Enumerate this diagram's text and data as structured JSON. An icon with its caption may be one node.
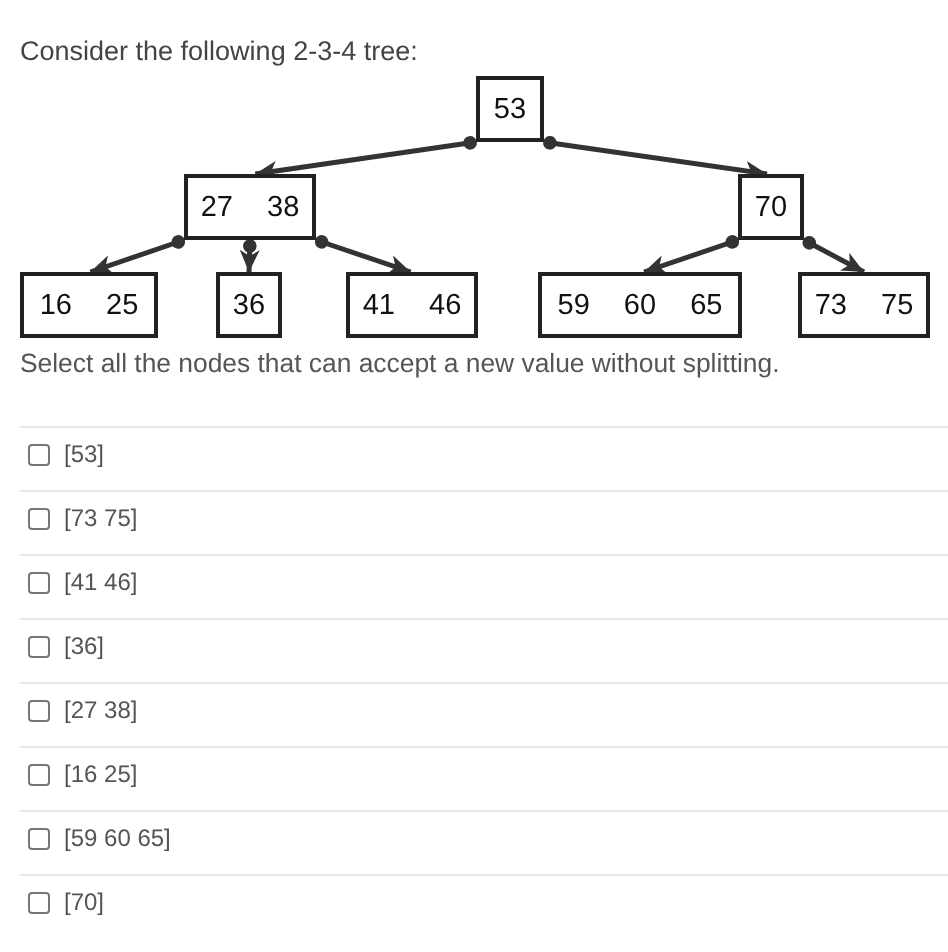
{
  "diagram": {
    "title": "Consider the following 2-3-4 tree:",
    "nodes": [
      {
        "text": [
          "53"
        ]
      },
      {
        "text": [
          "27",
          "38"
        ]
      },
      {
        "text": [
          "70"
        ]
      },
      {
        "text": [
          "16",
          "25"
        ]
      },
      {
        "text": [
          "36"
        ]
      },
      {
        "text": [
          "41",
          "46"
        ]
      },
      {
        "text": [
          "59",
          "60",
          "65"
        ]
      },
      {
        "text": [
          "73",
          "75"
        ]
      }
    ],
    "edges": [
      {
        "from": 0,
        "to": 1,
        "arrow": "to"
      },
      {
        "from": 0,
        "to": 2,
        "arrow": "to"
      },
      {
        "from": 1,
        "to": 3,
        "arrow": "to"
      },
      {
        "from": 1,
        "to": 4,
        "arrow": "to"
      },
      {
        "from": 1,
        "to": 5,
        "arrow": "to"
      },
      {
        "from": 2,
        "to": 6,
        "arrow": "to"
      },
      {
        "from": 2,
        "to": 7,
        "arrow": "to"
      }
    ],
    "labels": [
      "Select all the nodes that can accept a new value without splitting.",
      "[53]",
      "[73 75]",
      "[41 46]",
      "[36]",
      "[27 38]",
      "[16 25]",
      "[59 60 65]",
      "[70]"
    ]
  }
}
